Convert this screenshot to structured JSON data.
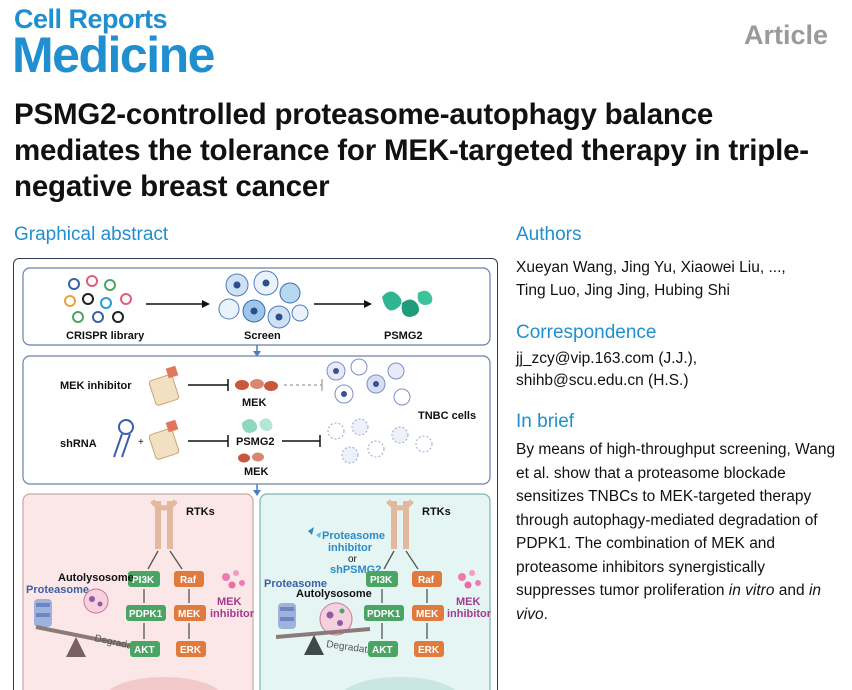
{
  "journal": {
    "line1": "Cell Reports",
    "line2": "Medicine",
    "article_type": "Article"
  },
  "title": "PSMG2-controlled proteasome-autophagy balance mediates the tolerance for MEK-targeted therapy in triple-negative breast cancer",
  "graphical_abstract": {
    "heading": "Graphical abstract",
    "labels": {
      "crispr": "CRISPR library",
      "screen": "Screen",
      "psmg2_top": "PSMG2",
      "mek_inhibitor": "MEK inhibitor",
      "mek_1": "MEK",
      "tnbc": "TNBC cells",
      "shrna": "shRNA",
      "plus": "+",
      "psmg2_mid": "PSMG2",
      "mek_2": "MEK",
      "rtks_left": "RTKs",
      "rtks_right": "RTKs",
      "autolysosome_left": "Autolysosome",
      "proteasome_left": "Proteasome",
      "pi3k_left": "PI3K",
      "raf_left": "Raf",
      "pdpk1_left": "PDPK1",
      "mek_left": "MEK",
      "mek_inh_left_1": "MEK",
      "mek_inh_left_2": "inhibitor",
      "akt_left": "AKT",
      "erk_left": "ERK",
      "degradation_left": "Degradation",
      "proteasome_inh_1": "Proteasome",
      "proteasome_inh_2": "inhibitor",
      "or": "or",
      "shpsmg2": "shPSMG2",
      "proteasome_right": "Proteasome",
      "autolysosome_right": "Autolysosome",
      "pi3k_right": "PI3K",
      "raf_right": "Raf",
      "pdpk1_right": "PDPK1",
      "mek_right": "MEK",
      "mek_inh_right_1": "MEK",
      "mek_inh_right_2": "inhibitor",
      "akt_right": "AKT",
      "erk_right": "ERK",
      "degradation_right": "Degradation"
    }
  },
  "authors": {
    "heading": "Authors",
    "line1": "Xueyan Wang, Jing Yu, Xiaowei Liu, ...,",
    "line2": "Ting Luo, Jing Jing, Hubing Shi"
  },
  "correspondence": {
    "heading": "Correspondence",
    "line1": "jj_zcy@vip.163.com (J.J.),",
    "line2": "shihb@scu.edu.cn (H.S.)"
  },
  "in_brief": {
    "heading": "In brief",
    "part1": "By means of high-throughput screening, Wang et al. show that a proteasome blockade sensitizes TNBCs to MEK-targeted therapy through autophagy-mediated degradation of PDPK1. The combination of MEK and proteasome inhibitors synergistically suppresses tumor proliferation ",
    "em1": "in vitro",
    "mid": " and ",
    "em2": "in vivo",
    "end": "."
  },
  "colors": {
    "brand_blue": "#1f8fd0",
    "article_gray": "#9a9a9a",
    "pathway_green": "#4aa564",
    "pathway_orange": "#e07b3d",
    "left_panel_bg": "#fbe7e7",
    "right_panel_bg": "#e4f5f3"
  }
}
